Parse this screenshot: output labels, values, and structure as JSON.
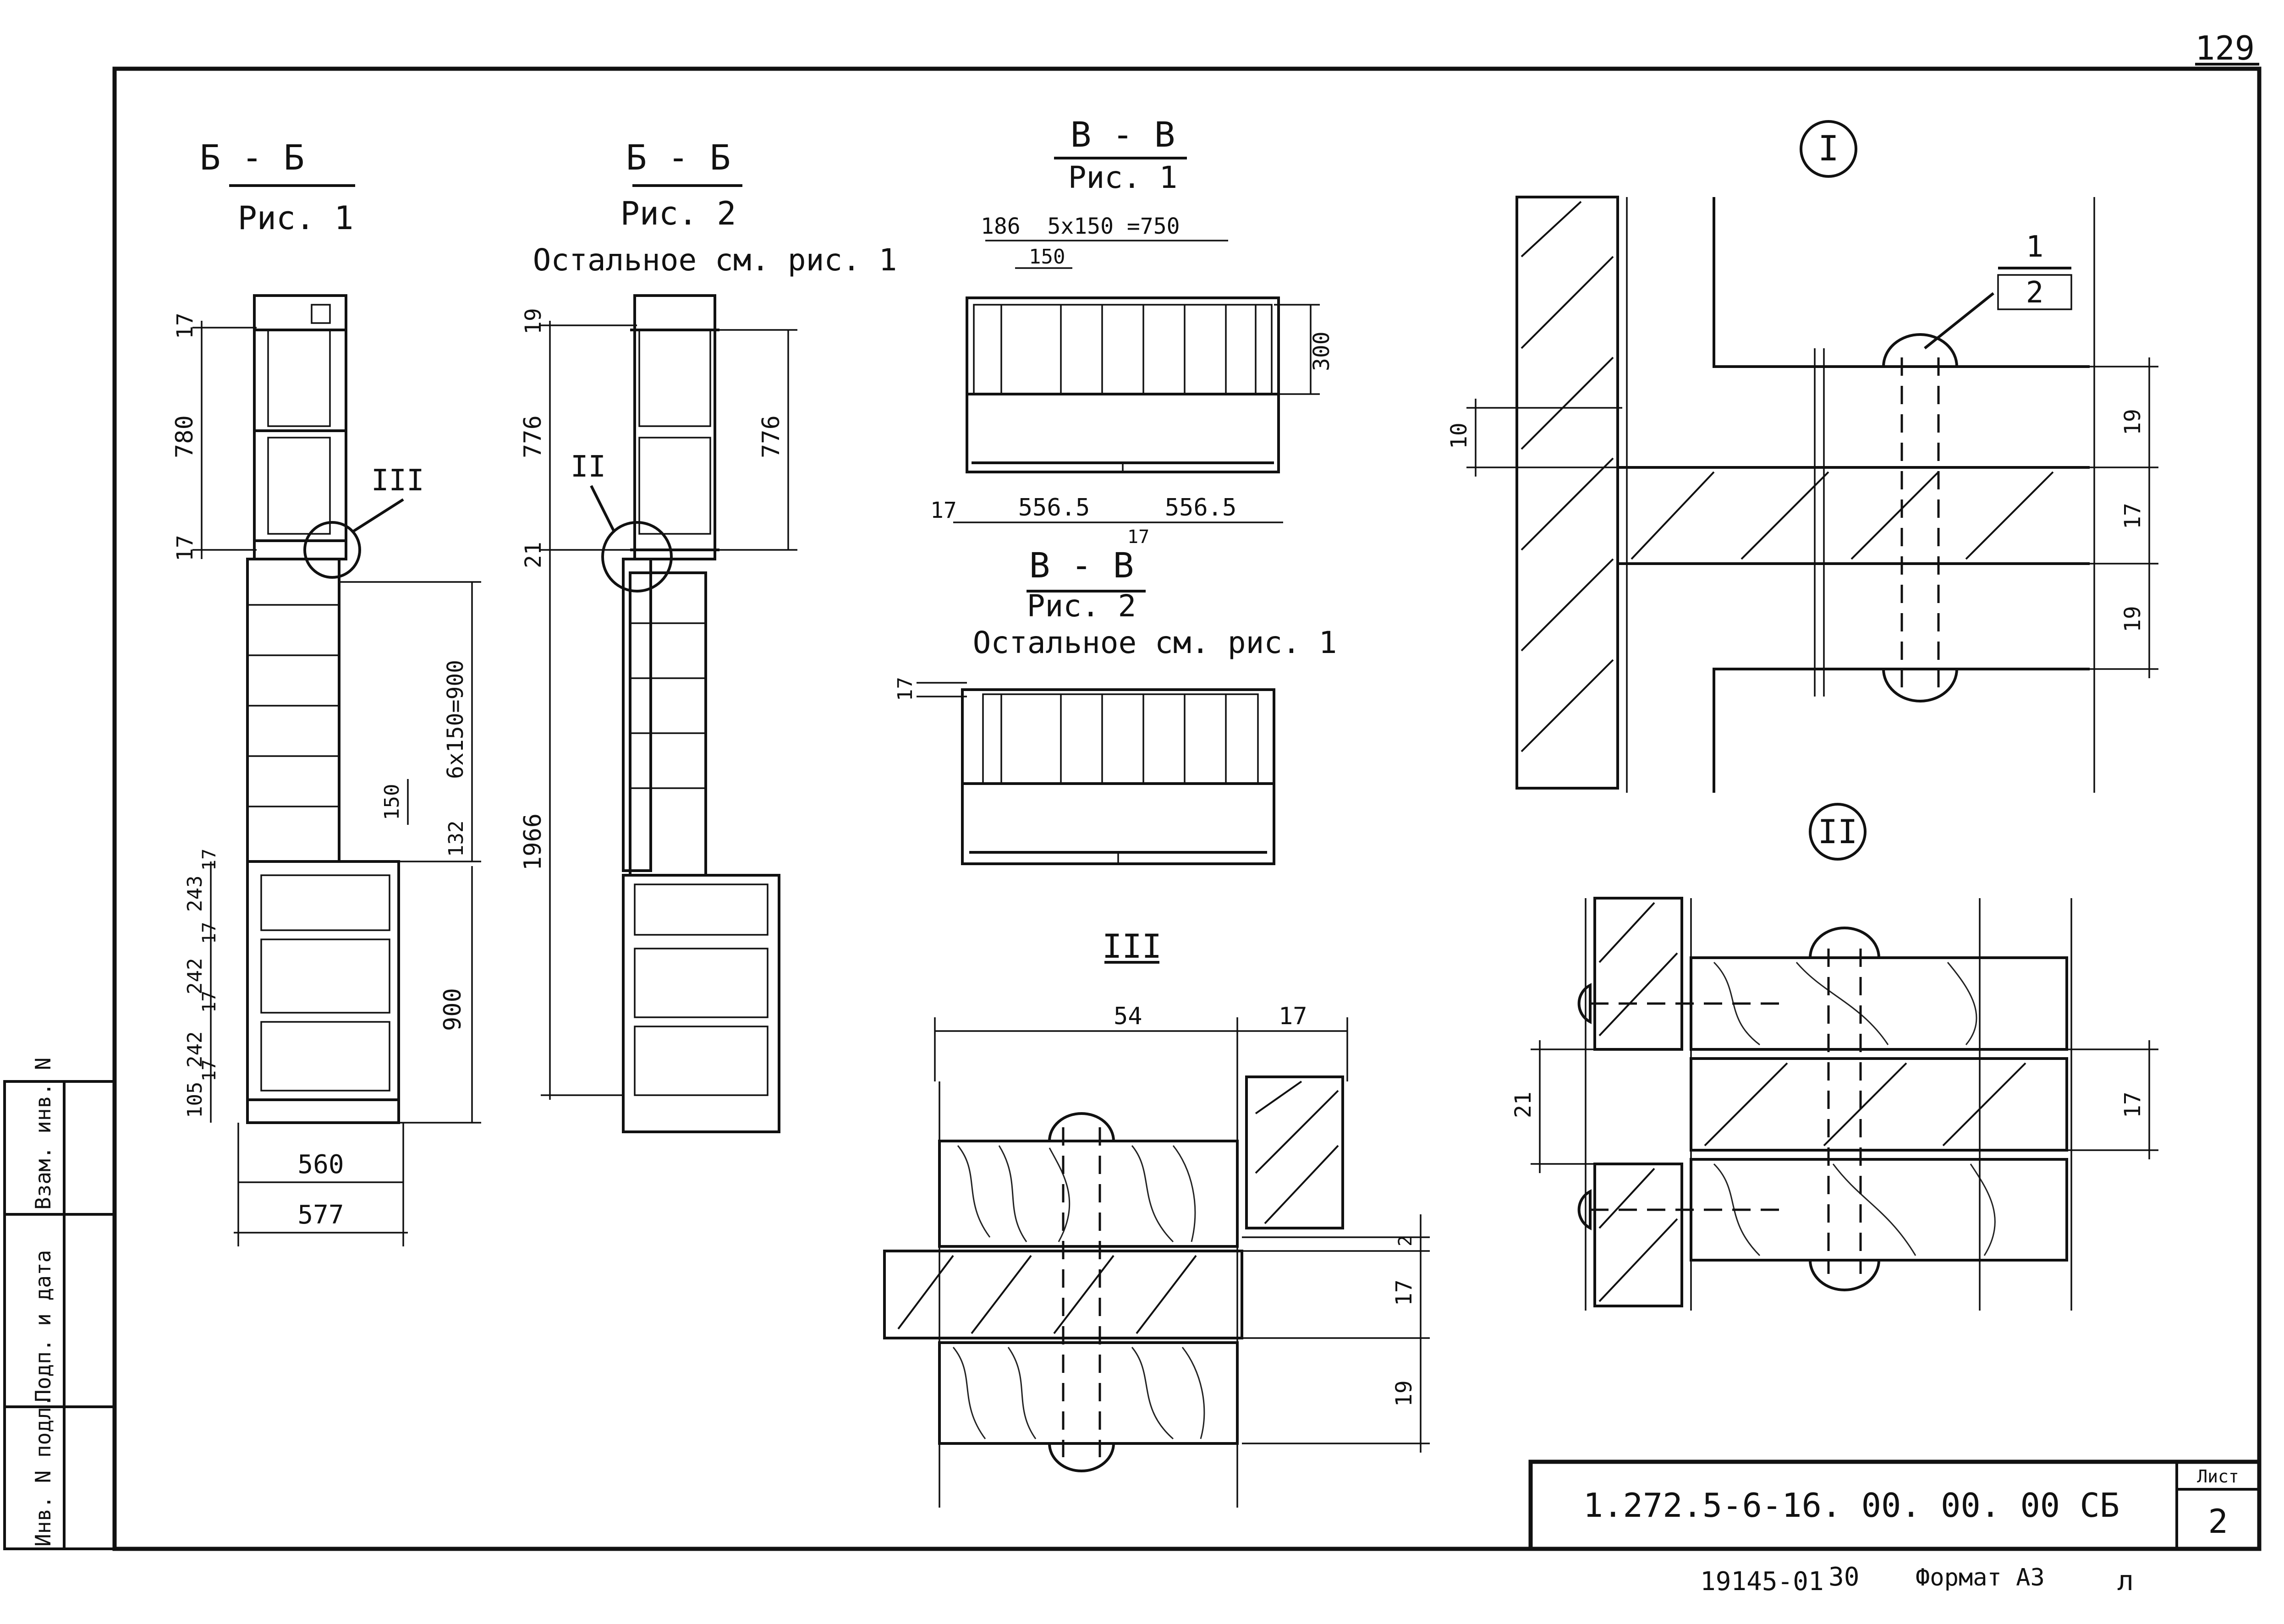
{
  "page_number": "129",
  "sections": {
    "bb1": {
      "title": "Б - Б",
      "sub": "Рис. 1"
    },
    "bb2": {
      "title": "Б - Б",
      "sub": "Рис. 2",
      "note": "Остальное см. рис. 1"
    },
    "vv1": {
      "title": "В - В",
      "sub": "Рис. 1"
    },
    "vv2": {
      "title": "В - В",
      "sub": "Рис. 2",
      "note": "Остальное см. рис. 1"
    }
  },
  "detail_marks": {
    "d1": "I",
    "d2": "II",
    "d3": "III",
    "callout_top": "1",
    "callout_bottom": "2"
  },
  "dims": {
    "bb1_17a": "17",
    "bb1_780": "780",
    "bb1_17b": "17",
    "bb1_6x150": "6x150=900",
    "bb1_150": "150",
    "bb1_132": "132",
    "bb1_17c": "17",
    "bb1_243": "243",
    "bb1_17d": "17",
    "bb1_242a": "242",
    "bb1_17e": "17",
    "bb1_242b": "242",
    "bb1_17f": "17",
    "bb1_105": "105",
    "bb1_900": "900",
    "bb1_560": "560",
    "bb1_577": "577",
    "bb2_19": "19",
    "bb2_776a": "776",
    "bb2_776b": "776",
    "bb2_21": "21",
    "bb2_1966": "1966",
    "vv1_186": "186",
    "vv1_5x150": "5x150 =750",
    "vv1_150": "150",
    "vv1_300": "300",
    "vv1_17a": "17",
    "vv1_556a": "556.5",
    "vv1_556b": "556.5",
    "vv1_17b": "17",
    "vv2_17": "17",
    "d1_10": "10",
    "d1_19a": "19",
    "d1_17": "17",
    "d1_19b": "19",
    "d2_21": "21",
    "d2_17": "17",
    "d3_54": "54",
    "d3_17a": "17",
    "d3_2": "2",
    "d3_17b": "17",
    "d3_19": "19"
  },
  "side_stamp": [
    "Инв. N подл.",
    "Подп. и дата",
    "Взам. инв. N"
  ],
  "title_block": {
    "code": "1.272.5-6-16. 00. 00. 00 СБ",
    "sheet_label": "Лист",
    "sheet_no": "2"
  },
  "footer": {
    "order": "19145-01",
    "copy": "30",
    "format": "Формат А3",
    "mark": "л"
  }
}
